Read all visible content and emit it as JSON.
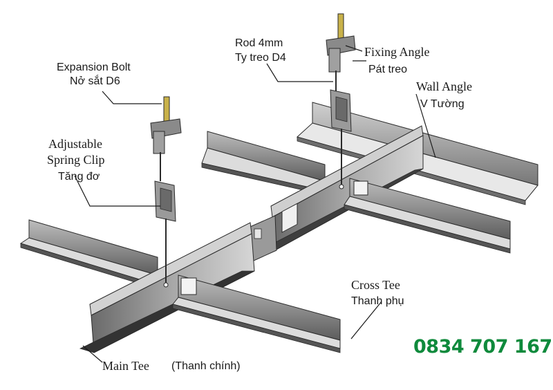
{
  "labels": {
    "expansion_bolt": "Expansion Bolt",
    "expansion_bolt_vi": "Nở sắt D6",
    "rod": "Rod 4mm",
    "rod_vi": "Ty treo D4",
    "fixing_angle": "Fixing Angle",
    "fixing_angle_vi": "Pát treo",
    "wall_angle": "Wall Angle",
    "wall_angle_vi": "V Tường",
    "spring_clip_line1": "Adjustable",
    "spring_clip_line2": "Spring Clip",
    "spring_clip_vi": "Tăng đơ",
    "cross_tee": "Cross Tee",
    "cross_tee_vi": "Thanh phụ",
    "main_tee": "Main Tee",
    "main_tee_vi": "(Thanh chính)"
  },
  "contact": {
    "phone": "0834 707 167"
  },
  "colors": {
    "phone": "#0f8a3c",
    "metal_dark": "#5a5a5a",
    "metal_light": "#d8d8d8",
    "outline": "#2a2a2a"
  }
}
